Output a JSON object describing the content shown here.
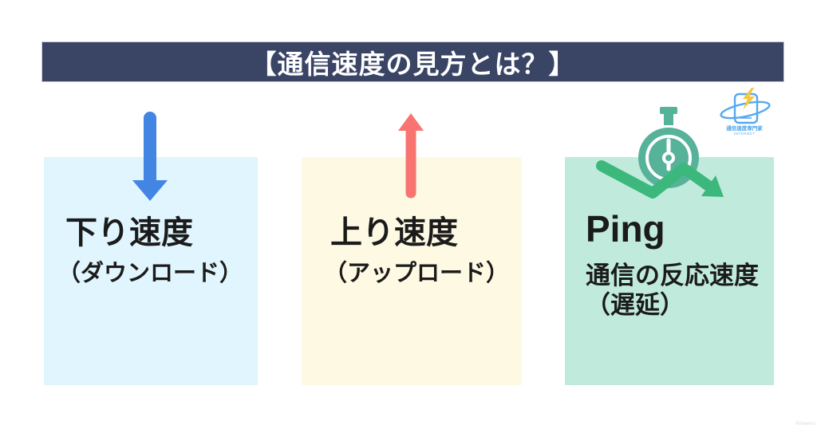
{
  "header": {
    "title": "【通信速度の見方とは？】",
    "bg_color": "#3a4465",
    "text_color": "#ffffff"
  },
  "logo": {
    "icon": "smartphone-lightning-orbit",
    "line1": "通信速度専門家",
    "line2": "INTERNET",
    "color": "#4aa3e8",
    "bolt_color": "#f6c53d"
  },
  "columns": [
    {
      "id": "download",
      "title": "下り速度",
      "subtitle": "（ダウンロード）",
      "box_color": "#e0f5fd",
      "icon": "down-arrow",
      "icon_color": "#4285e2"
    },
    {
      "id": "upload",
      "title": "上り速度",
      "subtitle": "（アップロード）",
      "box_color": "#fdf9e3",
      "icon": "up-arrow",
      "icon_color": "#f87470"
    },
    {
      "id": "ping",
      "title": "Ping",
      "subtitle": "通信の反応速度",
      "subtitle2": "（遅延）",
      "box_color": "#c0ebdc",
      "icon": "stopwatch-trend-arrow",
      "icon_colors": {
        "stopwatch": "#56b299",
        "arrow": "#3cb87c"
      }
    }
  ],
  "watermark": "Primeiro"
}
